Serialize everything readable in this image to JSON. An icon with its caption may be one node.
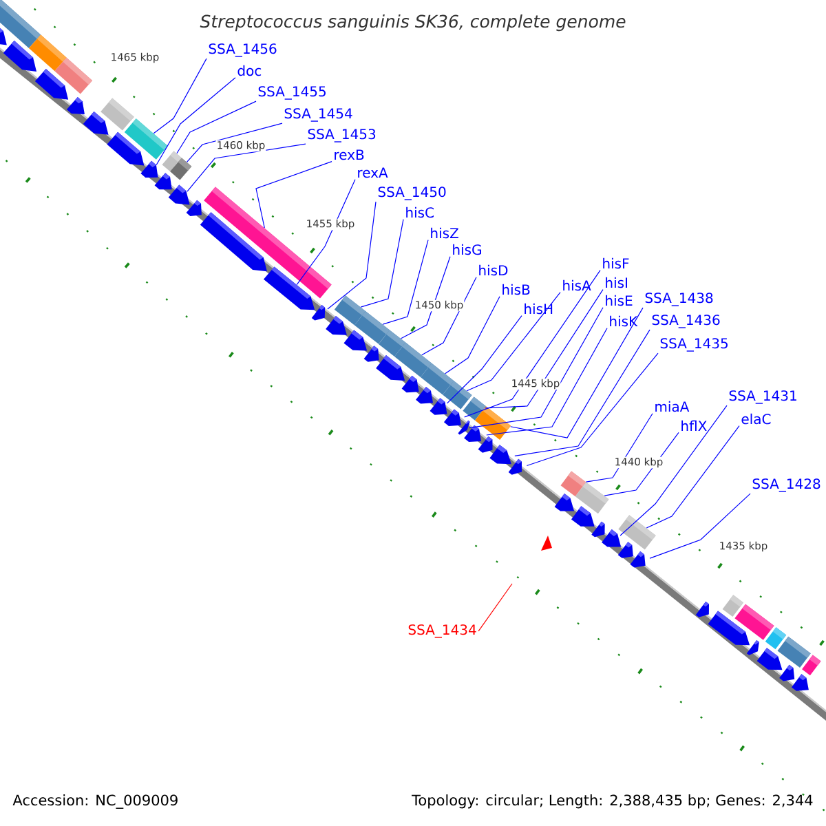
{
  "diagram": {
    "title": "Streptococcus sanguinis SK36, complete genome",
    "nodes": [
      {
        "text": [
          "SSA_1456"
        ]
      },
      {
        "text": [
          "doc"
        ]
      },
      {
        "text": [
          "SSA_1455"
        ]
      },
      {
        "text": [
          "SSA_1454"
        ]
      },
      {
        "text": [
          "SSA_1453"
        ]
      },
      {
        "text": [
          "rexB"
        ]
      },
      {
        "text": [
          "rexA"
        ]
      },
      {
        "text": [
          "SSA_1450"
        ]
      },
      {
        "text": [
          "hisC"
        ]
      },
      {
        "text": [
          "hisZ"
        ]
      },
      {
        "text": [
          "hisG"
        ]
      },
      {
        "text": [
          "hisD"
        ]
      },
      {
        "text": [
          "hisB"
        ]
      },
      {
        "text": [
          "hisH"
        ]
      },
      {
        "text": [
          "hisA"
        ]
      },
      {
        "text": [
          "hisF"
        ]
      },
      {
        "text": [
          "hisI"
        ]
      },
      {
        "text": [
          "hisE"
        ]
      },
      {
        "text": [
          "hisK"
        ]
      },
      {
        "text": [
          "SSA_1438"
        ]
      },
      {
        "text": [
          "SSA_1436"
        ]
      },
      {
        "text": [
          "SSA_1435"
        ]
      },
      {
        "text": [
          "miaA"
        ]
      },
      {
        "text": [
          "hflX"
        ]
      },
      {
        "text": [
          "SSA_1431"
        ]
      },
      {
        "text": [
          "elaC"
        ]
      },
      {
        "text": [
          "SSA_1428"
        ]
      },
      {
        "text": [
          "SSA_1434"
        ]
      },
      {
        "text": [],
        "shape": "box"
      },
      {
        "text": [],
        "shape": "pentagon"
      },
      {
        "text": [],
        "shape": "pentagon"
      },
      {
        "text": [],
        "shape": "box"
      },
      {
        "text": [],
        "shape": "pentagon"
      },
      {
        "text": [],
        "shape": "box"
      },
      {
        "text": [],
        "shape": "pentagon"
      },
      {
        "text": [],
        "shape": "pentagon"
      },
      {
        "text": [],
        "shape": "box"
      },
      {
        "text": [],
        "shape": "pentagon"
      },
      {
        "text": [],
        "shape": "box"
      },
      {
        "text": [],
        "shape": "pentagon"
      },
      {
        "text": [],
        "shape": "box"
      },
      {
        "text": [],
        "shape": "pentagon"
      },
      {
        "text": [],
        "shape": "box"
      },
      {
        "text": [],
        "shape": "pentagon"
      },
      {
        "text": [],
        "shape": "pentagon"
      },
      {
        "text": [],
        "shape": "box"
      },
      {
        "text": [],
        "shape": "pentagon"
      },
      {
        "text": [],
        "shape": "pentagon"
      },
      {
        "text": [],
        "shape": "pentagon"
      },
      {
        "text": [],
        "shape": "box"
      },
      {
        "text": [],
        "shape": "pentagon"
      },
      {
        "text": [],
        "shape": "box"
      },
      {
        "text": [],
        "shape": "pentagon"
      },
      {
        "text": [],
        "shape": "pentagon"
      },
      {
        "text": [],
        "shape": "box"
      },
      {
        "text": [],
        "shape": "pentagon"
      },
      {
        "text": [],
        "shape": "box"
      },
      {
        "text": [],
        "shape": "pentagon"
      },
      {
        "text": [],
        "shape": "box"
      },
      {
        "text": [],
        "shape": "pentagon"
      },
      {
        "text": [],
        "shape": "box"
      },
      {
        "text": [],
        "shape": "pentagon"
      },
      {
        "text": [],
        "shape": "pentagon"
      },
      {
        "text": [],
        "shape": "box"
      },
      {
        "text": [],
        "shape": "pentagon"
      },
      {
        "text": [],
        "shape": "box"
      },
      {
        "text": [],
        "shape": "pentagon"
      },
      {
        "text": [],
        "shape": "pentagon"
      },
      {
        "text": [],
        "shape": "pentagon"
      },
      {
        "text": [],
        "shape": "pentagon"
      },
      {
        "text": [],
        "shape": "box"
      },
      {
        "text": [],
        "shape": "pentagon"
      },
      {
        "text": [],
        "shape": "box"
      },
      {
        "text": [],
        "shape": "pentagon"
      },
      {
        "text": [],
        "shape": "pentagon"
      },
      {
        "text": [],
        "shape": "pentagon"
      },
      {
        "text": [],
        "shape": "box"
      },
      {
        "text": [],
        "shape": "pentagon"
      },
      {
        "text": [],
        "shape": "pentagon"
      },
      {
        "text": [],
        "shape": "pentagon"
      },
      {
        "text": [],
        "shape": "pentagon"
      },
      {
        "text": [],
        "shape": "box"
      },
      {
        "text": [],
        "shape": "box"
      },
      {
        "text": [],
        "shape": "pentagon"
      },
      {
        "text": [],
        "shape": "box"
      },
      {
        "text": [],
        "shape": "pentagon"
      },
      {
        "text": [],
        "shape": "box"
      },
      {
        "text": [],
        "shape": "pentagon"
      },
      {
        "text": [],
        "shape": "box"
      },
      {
        "text": [],
        "shape": "pentagon"
      }
    ],
    "edges": [
      {
        "from": 0,
        "to": 38,
        "arrow": "none"
      },
      {
        "from": 1,
        "to": 39,
        "arrow": "none"
      },
      {
        "from": 2,
        "to": 40,
        "arrow": "none"
      },
      {
        "from": 3,
        "to": 42,
        "arrow": "none"
      },
      {
        "from": 4,
        "to": 43,
        "arrow": "none"
      },
      {
        "from": 5,
        "to": 45,
        "arrow": "none"
      },
      {
        "from": 6,
        "to": 47,
        "arrow": "none"
      },
      {
        "from": 7,
        "to": 48,
        "arrow": "none"
      },
      {
        "from": 8,
        "to": 49,
        "arrow": "none"
      },
      {
        "from": 9,
        "to": 51,
        "arrow": "none"
      },
      {
        "from": 10,
        "to": 54,
        "arrow": "none"
      },
      {
        "from": 11,
        "to": 56,
        "arrow": "none"
      },
      {
        "from": 12,
        "to": 58,
        "arrow": "none"
      },
      {
        "from": 13,
        "to": 61,
        "arrow": "none"
      },
      {
        "from": 14,
        "to": 60,
        "arrow": "none"
      },
      {
        "from": 15,
        "to": 62,
        "arrow": "none"
      },
      {
        "from": 16,
        "to": 63,
        "arrow": "none"
      },
      {
        "from": 17,
        "to": 64,
        "arrow": "none"
      },
      {
        "from": 18,
        "to": 66,
        "arrow": "none"
      },
      {
        "from": 19,
        "to": 65,
        "arrow": "none"
      },
      {
        "from": 20,
        "to": 68,
        "arrow": "none"
      },
      {
        "from": 21,
        "to": 69,
        "arrow": "none"
      },
      {
        "from": 22,
        "to": 70,
        "arrow": "none"
      },
      {
        "from": 23,
        "to": 72,
        "arrow": "none"
      },
      {
        "from": 24,
        "to": 75,
        "arrow": "none"
      },
      {
        "from": 25,
        "to": 76,
        "arrow": "none"
      },
      {
        "from": 26,
        "to": 78,
        "arrow": "none"
      },
      {
        "from": 27,
        "to": null,
        "arrow": "none",
        "color": "#ff0000"
      }
    ],
    "labels": [
      "1465 kbp",
      "1460 kbp",
      "1455 kbp",
      "1450 kbp",
      "1445 kbp",
      "1440 kbp",
      "1435 kbp",
      "Accession: NC_009009",
      "Topology: circular; Length: 2,388,435 bp; Genes: 2,344"
    ]
  }
}
